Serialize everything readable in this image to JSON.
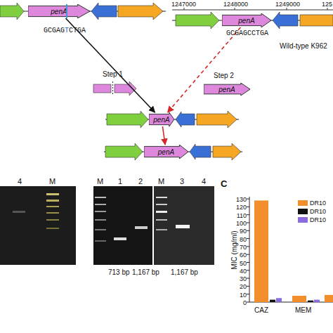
{
  "diagram": {
    "nodes": [
      {
        "text": [
          "penA"
        ]
      },
      {
        "text": [
          "penA"
        ]
      },
      {
        "text": [
          "penA"
        ]
      },
      {
        "text": [
          "penA"
        ]
      },
      {
        "text": [
          "penA"
        ]
      }
    ],
    "edges": [
      {
        "from": 0,
        "to": 3,
        "arrow": "to"
      },
      {
        "from": 1,
        "to": 3,
        "arrow": "to"
      },
      {
        "from": 3,
        "to": 4,
        "arrow": "to"
      }
    ],
    "labels": [
      "GCGAG",
      "T",
      "CTGA",
      "1247000",
      "1248000",
      "1249000",
      "125",
      "GCGAGCCTGA",
      "Wild-type K962",
      "Step 1",
      "Step 2",
      "4",
      "M",
      "M",
      "1",
      "2",
      "M",
      "3",
      "4",
      "713 bp",
      "1,167 bp",
      "1,167 bp",
      "C",
      "MIC (mg/ml)",
      "0",
      "10",
      "20",
      "30",
      "40",
      "50",
      "60",
      "70",
      "80",
      "90",
      "100",
      "110",
      "120",
      "130",
      "CAZ",
      "MEM"
    ],
    "legend": [
      {
        "text": "DR10",
        "color": "#f28e2b"
      },
      {
        "text": "DR10",
        "color": "#111111"
      },
      {
        "text": "DR10",
        "color": "#8a6be0"
      }
    ]
  }
}
